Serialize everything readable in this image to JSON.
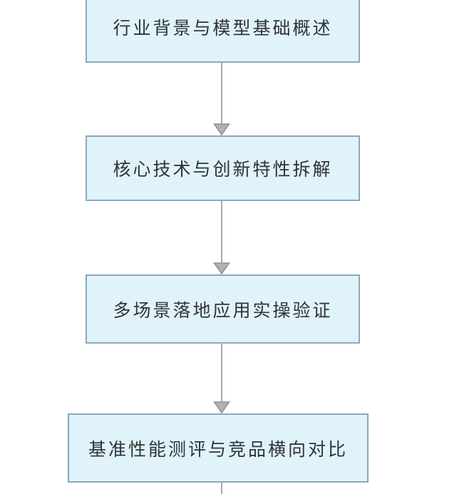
{
  "flowchart": {
    "type": "vertical-process-flow",
    "nodes": [
      {
        "id": "node-1",
        "label": "行业背景与模型基础概述"
      },
      {
        "id": "node-2",
        "label": "核心技术与创新特性拆解"
      },
      {
        "id": "node-3",
        "label": "多场景落地应用实操验证"
      },
      {
        "id": "node-4",
        "label": "基准性能测评与竞品横向对比"
      }
    ],
    "edges": [
      {
        "from": "node-1",
        "to": "node-2",
        "arrow": "down"
      },
      {
        "from": "node-2",
        "to": "node-3",
        "arrow": "down"
      },
      {
        "from": "node-3",
        "to": "node-4",
        "arrow": "down"
      },
      {
        "from": "node-4",
        "to": "offscreen-bottom",
        "arrow": "none"
      }
    ],
    "colors": {
      "node_fill": "#e1f3fa",
      "node_border": "#8ba9b9",
      "edge_line": "#a8a8a8",
      "arrowhead_fill": "#b2b2b2",
      "arrowhead_stroke": "#8f8f8f",
      "text": "#2f3437",
      "background": "#ffffff"
    }
  }
}
